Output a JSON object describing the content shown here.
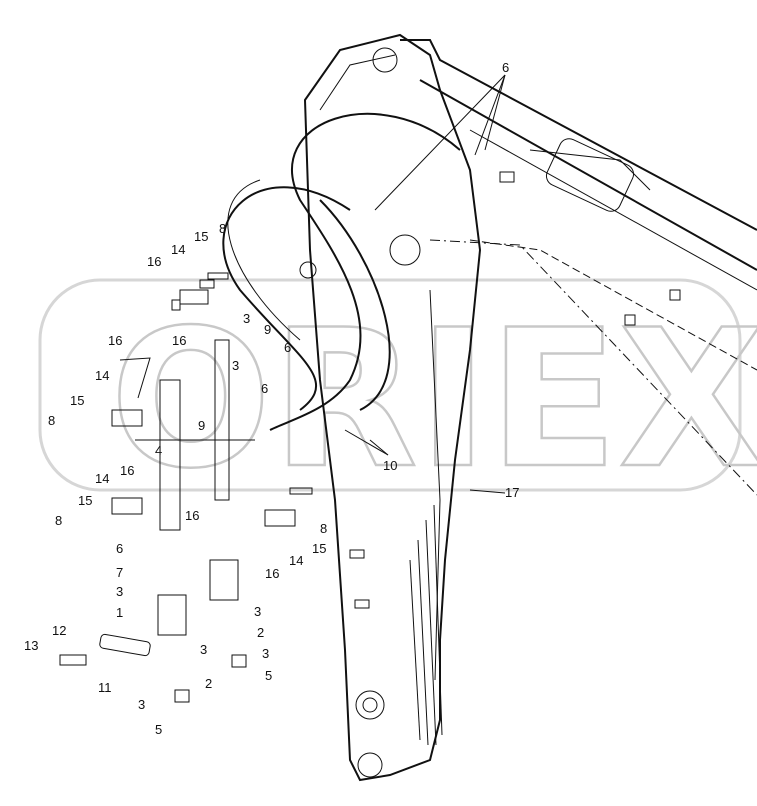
{
  "watermark": {
    "text": "ORIEX"
  },
  "callouts": [
    {
      "id": "c-6a",
      "text": "6"
    },
    {
      "id": "c-8a",
      "text": "8"
    },
    {
      "id": "c-15a",
      "text": "15"
    },
    {
      "id": "c-14a",
      "text": "14"
    },
    {
      "id": "c-16a",
      "text": "16"
    },
    {
      "id": "c-3a",
      "text": "3"
    },
    {
      "id": "c-9a",
      "text": "9"
    },
    {
      "id": "c-16b",
      "text": "16"
    },
    {
      "id": "c-6b",
      "text": "6"
    },
    {
      "id": "c-16c",
      "text": "16"
    },
    {
      "id": "c-14b",
      "text": "14"
    },
    {
      "id": "c-3b",
      "text": "3"
    },
    {
      "id": "c-6c",
      "text": "6"
    },
    {
      "id": "c-9b",
      "text": "9"
    },
    {
      "id": "c-15b",
      "text": "15"
    },
    {
      "id": "c-8b",
      "text": "8"
    },
    {
      "id": "c-4",
      "text": "4"
    },
    {
      "id": "c-10",
      "text": "10"
    },
    {
      "id": "c-14c",
      "text": "14"
    },
    {
      "id": "c-16d",
      "text": "16"
    },
    {
      "id": "c-15c",
      "text": "15"
    },
    {
      "id": "c-16e",
      "text": "16"
    },
    {
      "id": "c-17",
      "text": "17"
    },
    {
      "id": "c-8c",
      "text": "8"
    },
    {
      "id": "c-8d",
      "text": "8"
    },
    {
      "id": "c-6d",
      "text": "6"
    },
    {
      "id": "c-15d",
      "text": "15"
    },
    {
      "id": "c-14d",
      "text": "14"
    },
    {
      "id": "c-7",
      "text": "7"
    },
    {
      "id": "c-3c",
      "text": "3"
    },
    {
      "id": "c-16f",
      "text": "16"
    },
    {
      "id": "c-1",
      "text": "1"
    },
    {
      "id": "c-3d",
      "text": "3"
    },
    {
      "id": "c-2a",
      "text": "2"
    },
    {
      "id": "c-12",
      "text": "12"
    },
    {
      "id": "c-3e",
      "text": "3"
    },
    {
      "id": "c-3f",
      "text": "3"
    },
    {
      "id": "c-13",
      "text": "13"
    },
    {
      "id": "c-5a",
      "text": "5"
    },
    {
      "id": "c-11",
      "text": "11"
    },
    {
      "id": "c-2b",
      "text": "2"
    },
    {
      "id": "c-3g",
      "text": "3"
    },
    {
      "id": "c-5b",
      "text": "5"
    }
  ]
}
